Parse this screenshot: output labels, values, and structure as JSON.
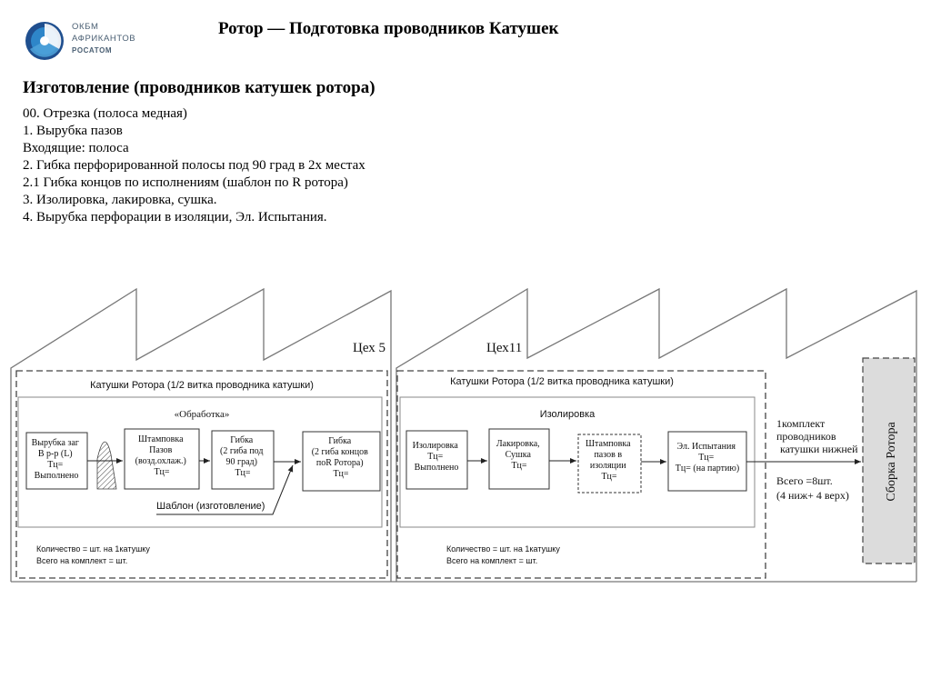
{
  "logo": {
    "lines": [
      "ОКБМ",
      "АФРИКАНТОВ",
      "РОСАТОМ"
    ]
  },
  "title": "Ротор — Подготовка проводников Катушек",
  "section_title": "Изготовление (проводников катушек ротора)",
  "steps": [
    "00.  Отрезка (полоса медная)",
    "1. Вырубка   пазов",
    "Входящие:  полоса",
    "2. Гибка перфорированной полосы под 90 град в 2х местах",
    "2.1 Гибка концов по исполнениям  (шаблон по R ротора)",
    "3. Изолировка, лакировка, сушка.",
    "4. Вырубка перфорации в изоляции,  Эл. Испытания."
  ],
  "workshop5": {
    "label": "Цех 5",
    "group_title": "Катушки Ротора (1/2 витка проводника катушки)",
    "subgroup_title": "«Обработка»",
    "box1": [
      "Вырубка заг",
      "В р-р (L)",
      "Тц=",
      "Выполнено"
    ],
    "box2": [
      "Штамповка",
      "Пазов",
      "(возд.охлаж.)",
      "Тц="
    ],
    "box3": [
      "Гибка",
      "(2 гиба под",
      "90 град)",
      "Тц="
    ],
    "box4": [
      "Гибка",
      "(2 гиба концов",
      "поR Ротора)",
      "Тц="
    ],
    "template_label": "Шаблон (изготовление)",
    "qty_line1": "Количество =       шт. на 1катушку",
    "qty_line2": "Всего на комплект =       шт."
  },
  "workshop11": {
    "label": "Цех11",
    "group_title": "Катушки Ротора (1/2 витка проводника катушки)",
    "subgroup_title": "Изолировка",
    "box1": [
      "Изолировка",
      "Тц=",
      "Выполнено"
    ],
    "box2": [
      "Лакировка,",
      "Сушка",
      "Тц="
    ],
    "box3": [
      "Штамповка",
      "пазов в",
      "изоляции",
      "Тц="
    ],
    "box4": [
      "Эл. Испытания",
      "Тц=",
      "Тц= (на партию)"
    ],
    "qty_line1": "Количество =       шт. на 1катушку",
    "qty_line2": "Всего на комплект =       шт."
  },
  "output_note": [
    "1комплект",
    "проводников",
    "катушки нижней"
  ],
  "total_note": [
    "Всего =8шт.",
    "(4 ниж+ 4 верх)"
  ],
  "assembly_label": "Сборка Ротора"
}
